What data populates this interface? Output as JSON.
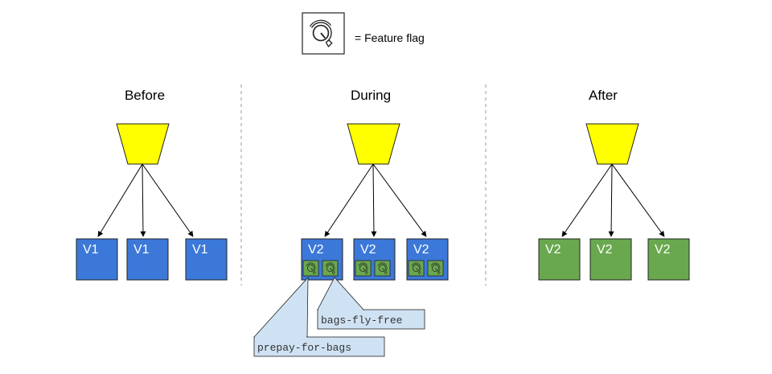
{
  "legend": {
    "icon": "knob-icon",
    "label": "= Feature flag"
  },
  "colors": {
    "balancer": "#ffff00",
    "v1_box": "#3c78d8",
    "v2_box_after": "#6aa84f",
    "flag_fill": "#6aa84f",
    "callout_bg": "#cfe2f3",
    "divider": "#999999"
  },
  "sections": [
    {
      "title": "Before",
      "servers": [
        "V1",
        "V1",
        "V1"
      ],
      "state": "before"
    },
    {
      "title": "During",
      "servers": [
        "V2",
        "V2",
        "V2"
      ],
      "state": "during"
    },
    {
      "title": "After",
      "servers": [
        "V2",
        "V2",
        "V2"
      ],
      "state": "after"
    }
  ],
  "flags": [
    "bags-fly-free",
    "prepay-for-bags"
  ]
}
